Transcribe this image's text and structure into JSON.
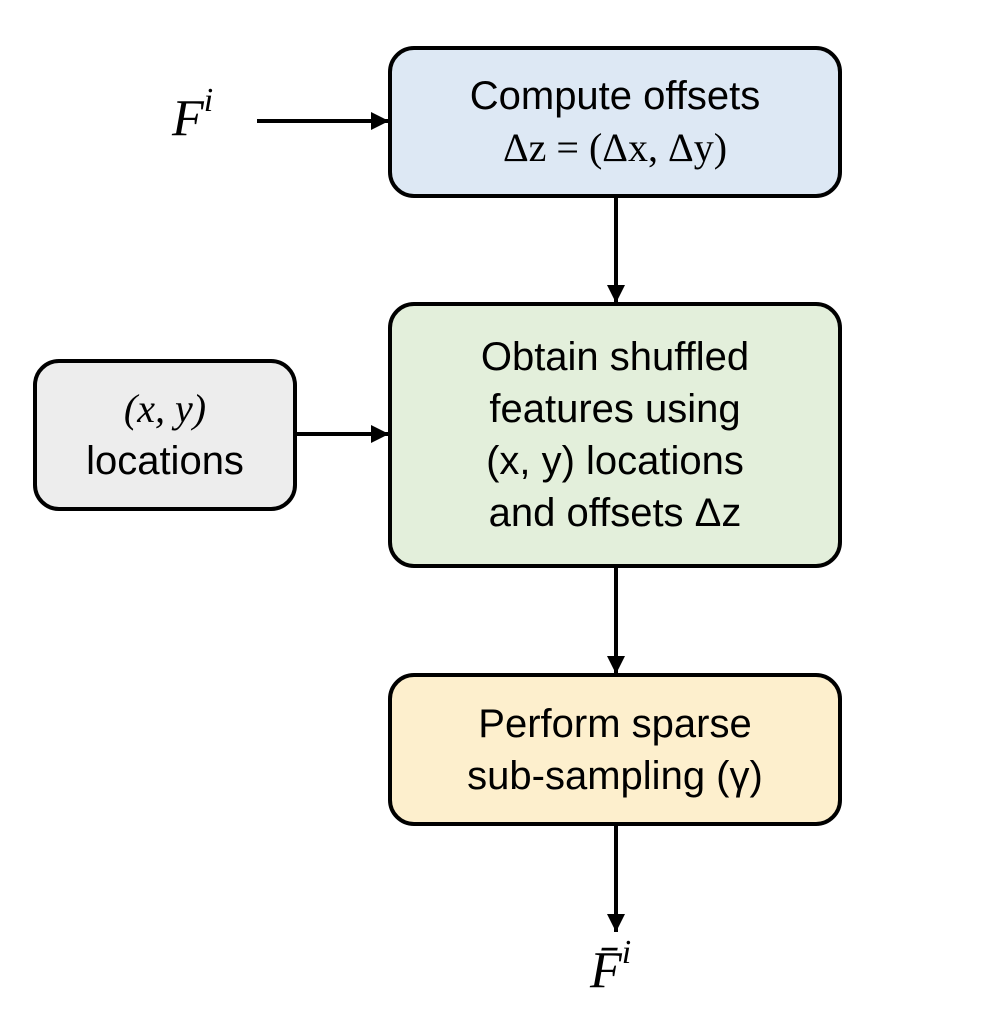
{
  "diagram": {
    "input_label": "F",
    "input_superscript": "i",
    "output_label": "F̄",
    "output_superscript": "i",
    "nodes": {
      "compute_offsets": {
        "line1": "Compute offsets",
        "line2": "Δz = (Δx, Δy)",
        "color": "#dde8f4"
      },
      "locations": {
        "line1": "(x, y)",
        "line2": "locations",
        "color": "#ededed"
      },
      "obtain_shuffled": {
        "line1": "Obtain shuffled",
        "line2": "features using",
        "line3": "(x, y) locations",
        "line4": "and offsets Δz",
        "color": "#e3efdb"
      },
      "sparse_subsampling": {
        "line1": "Perform sparse",
        "line2": "sub-sampling (γ)",
        "color": "#fdefcd"
      }
    },
    "edges": [
      {
        "from": "input",
        "to": "compute_offsets"
      },
      {
        "from": "compute_offsets",
        "to": "obtain_shuffled"
      },
      {
        "from": "locations",
        "to": "obtain_shuffled"
      },
      {
        "from": "obtain_shuffled",
        "to": "sparse_subsampling"
      },
      {
        "from": "sparse_subsampling",
        "to": "output"
      }
    ]
  }
}
